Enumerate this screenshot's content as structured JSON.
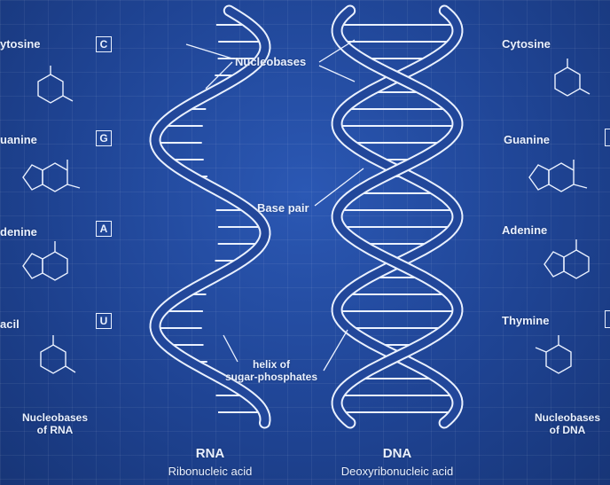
{
  "left_bases": [
    {
      "name": "ytosine",
      "letter": "C"
    },
    {
      "name": "uanine",
      "letter": "G"
    },
    {
      "name": "denine",
      "letter": "A"
    },
    {
      "name": "acil",
      "letter": "U"
    }
  ],
  "right_bases": [
    "Cytosine",
    "Guanine",
    "Adenine",
    "Thymine"
  ],
  "labels": {
    "nucleobases": "Nucleobases",
    "base_pair": "Base pair",
    "helix_line1": "helix of",
    "helix_line2": "sugar-phosphates",
    "rna_caption_line1": "Nucleobases",
    "rna_caption_line2": "of RNA",
    "dna_caption_line1": "Nucleobases",
    "dna_caption_line2": "of DNA"
  },
  "rna": {
    "title": "RNA",
    "subtitle": "Ribonucleic acid"
  },
  "dna": {
    "title": "DNA",
    "subtitle": "Deoxyribonucleic acid"
  },
  "colors": {
    "background": "#1f4494",
    "line": "#eaf1ff"
  }
}
